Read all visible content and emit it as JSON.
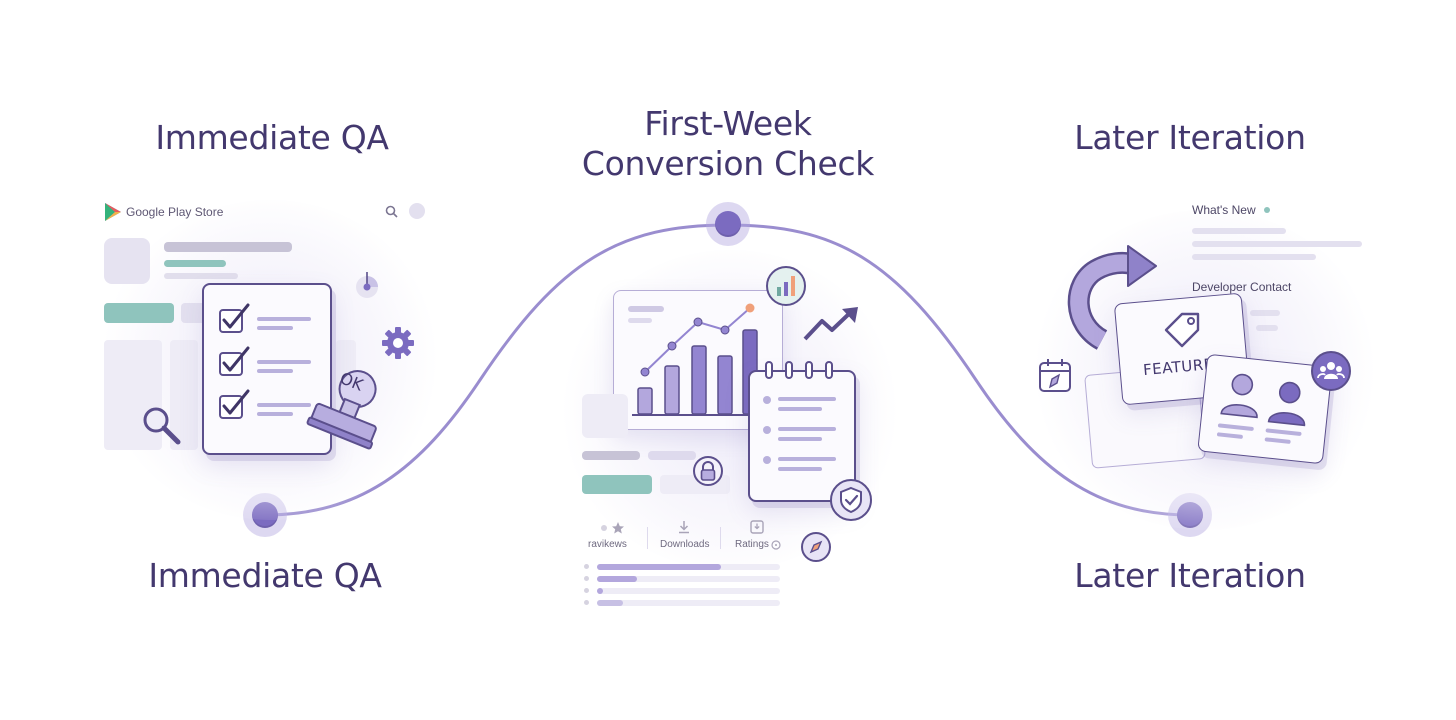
{
  "headings": {
    "left_top": "Immediate QA",
    "center_top_line1": "First-Week",
    "center_top_line2": "Conversion Check",
    "right_top": "Later Iteration",
    "left_bottom": "Immediate QA",
    "right_bottom": "Later Iteration"
  },
  "store": {
    "name": "Google Play Store"
  },
  "stamp": {
    "text": "OK"
  },
  "listing_stats": {
    "reviews_label": "ravikews",
    "downloads_label": "Downloads",
    "ratings_label": "Ratings"
  },
  "release": {
    "whats_new_label": "What's New",
    "developer_contact_label": "Developer Contact",
    "feature_label": "FEATURE"
  },
  "colors": {
    "accent": "#7b6bc0",
    "teal": "#8fc4bd",
    "ink": "#43386e"
  },
  "icons": [
    "play-store-logo-icon",
    "search-icon",
    "gear-icon",
    "magnifier-icon",
    "pie-icon",
    "bar-chart-badge-icon",
    "trend-arrow-icon",
    "lock-icon",
    "shield-check-icon",
    "compass-icon",
    "curved-arrow-icon",
    "tag-icon",
    "calendar-icon",
    "users-icon"
  ]
}
